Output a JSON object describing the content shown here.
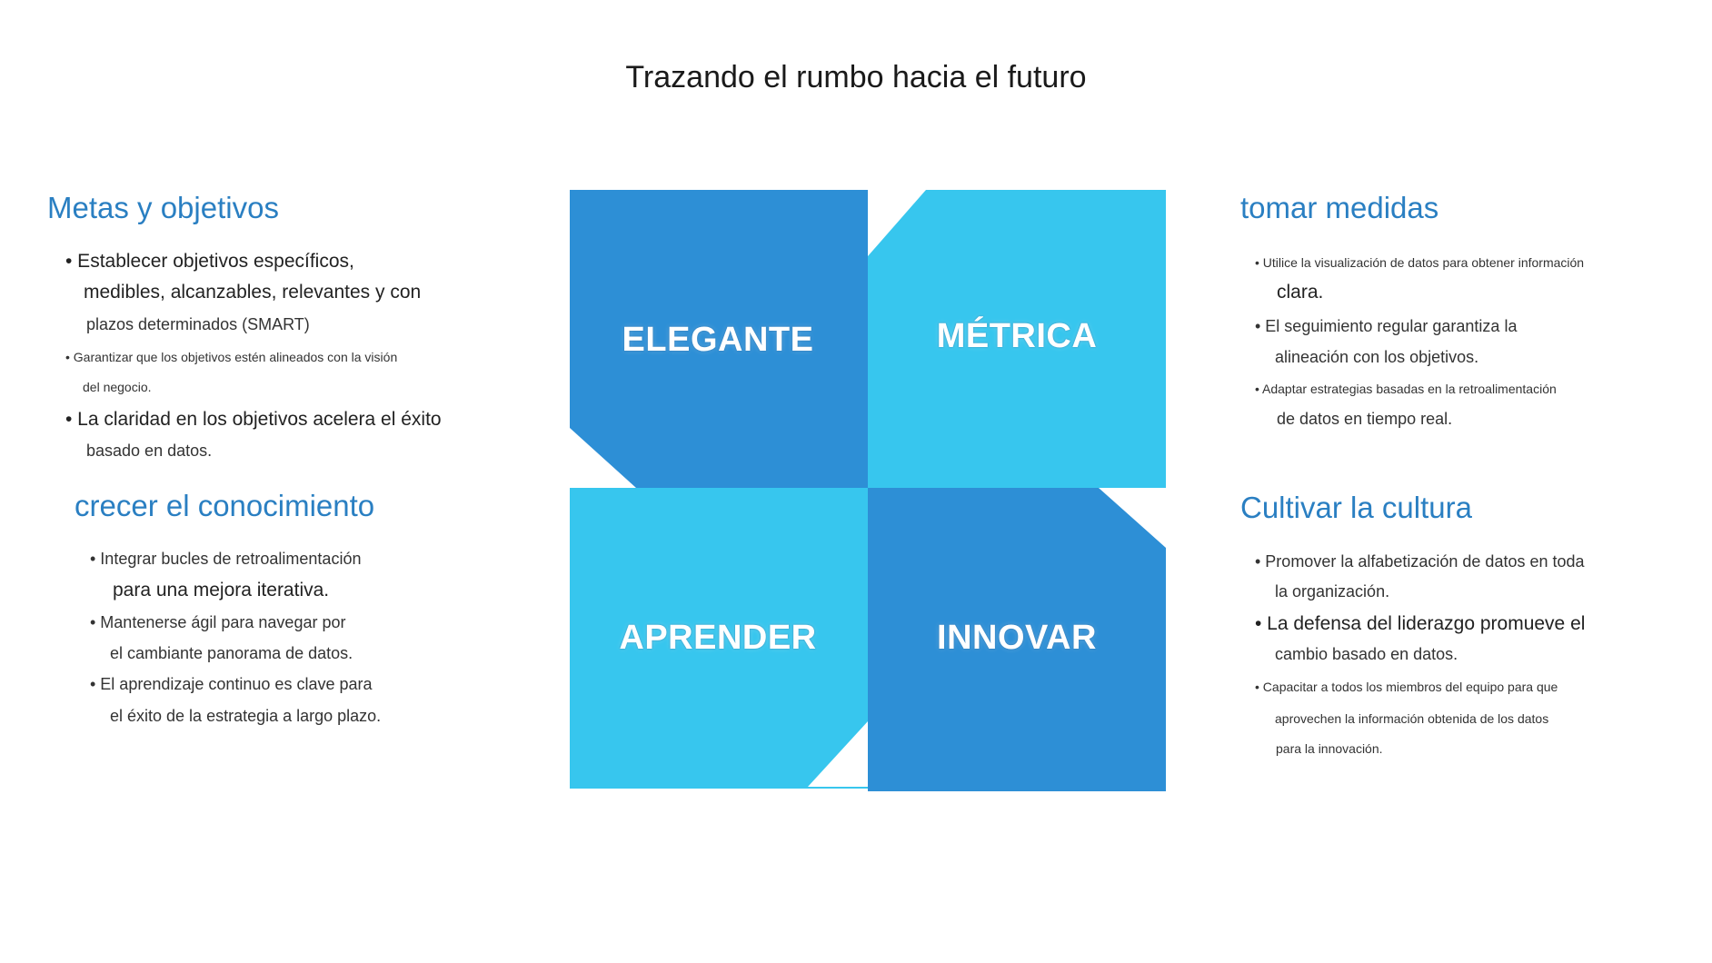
{
  "title": "Trazando el rumbo hacia el futuro",
  "colors": {
    "dark_blue": "#2d8fd6",
    "light_blue": "#37c6ee",
    "heading": "#2a7fc2"
  },
  "quadrants": {
    "top_left": "ELEGANTE",
    "top_right": "MÉTRICA",
    "bottom_left": "APRENDER",
    "bottom_right": "INNOVAR"
  },
  "goals": {
    "heading": "Metas y objetivos",
    "lines": [
      "• Establecer objetivos específicos,",
      "medibles, alcanzables, relevantes y con",
      "plazos determinados (SMART)",
      "• Garantizar que los objetivos estén alineados con la visión",
      "del negocio.",
      "• La claridad en los objetivos acelera el éxito",
      "basado en datos."
    ]
  },
  "knowledge": {
    "heading": "crecer el conocimiento",
    "lines": [
      "• Integrar bucles de retroalimentación",
      "para una mejora iterativa.",
      "• Mantenerse ágil para navegar por",
      "el cambiante panorama de datos.",
      "• El aprendizaje continuo es clave para",
      "el éxito de la estrategia a largo plazo."
    ]
  },
  "action": {
    "heading": "tomar medidas",
    "lines": [
      "• Utilice la visualización de datos para obtener información",
      "clara.",
      "• El seguimiento regular garantiza la",
      "alineación con los objetivos.",
      "• Adaptar estrategias basadas en la retroalimentación",
      "de datos en tiempo real."
    ]
  },
  "culture": {
    "heading": "Cultivar la cultura",
    "lines": [
      "• Promover la alfabetización de datos en toda",
      "la organización.",
      "• La defensa del liderazgo promueve el",
      "cambio basado en datos.",
      "• Capacitar a todos los miembros del equipo para que",
      "aprovechen la información obtenida de los datos",
      "para la innovación."
    ]
  }
}
